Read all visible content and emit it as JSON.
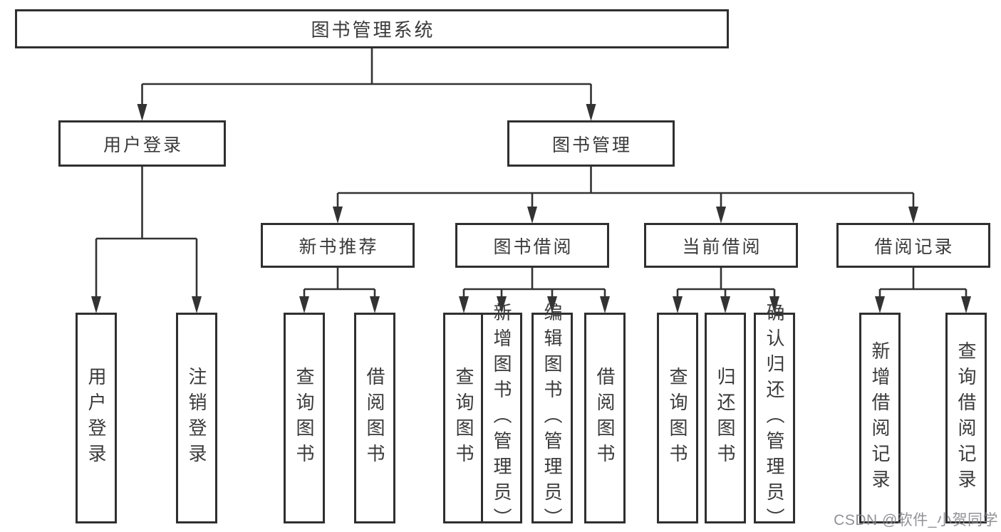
{
  "nodes": {
    "root": "图书管理系统",
    "user_login": "用户登录",
    "book_mgmt": "图书管理",
    "new_book_recommend": "新书推荐",
    "book_borrow": "图书借阅",
    "current_borrow": "当前借阅",
    "borrow_records": "借阅记录",
    "leaves": {
      "user_login": [
        "用户登录",
        "注销登录"
      ],
      "new_book_recommend": [
        "查询图书",
        "借阅图书"
      ],
      "book_borrow": [
        "查询图书",
        "新增图书（管理员）",
        "编辑图书（管理员）",
        "借阅图书"
      ],
      "current_borrow": [
        "查询图书",
        "归还图书",
        "确认归还（管理员）"
      ],
      "borrow_records": [
        "新增借阅记录",
        "查询借阅记录"
      ]
    }
  },
  "watermark": "CSDN @软件_小贺同学",
  "colors": {
    "line": "#333333",
    "box_border": "#2f2f2f",
    "text": "#3a3a3a",
    "background": "#ffffff",
    "watermark": "#85858c"
  }
}
